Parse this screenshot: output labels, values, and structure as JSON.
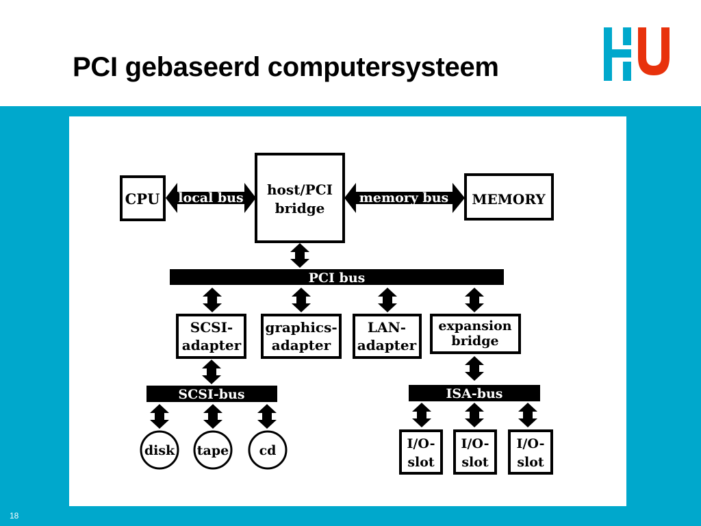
{
  "slide": {
    "title": "PCI gebaseerd computersysteem",
    "page_number": "18"
  },
  "colors": {
    "band": "#00a8cc",
    "logo_blue": "#00a8cc",
    "logo_red": "#e8320c"
  },
  "diagram": {
    "cpu": "CPU",
    "local_bus": "local bus",
    "bridge_line1": "host/PCI",
    "bridge_line2": "bridge",
    "memory_bus": "memory bus",
    "memory": "MEMORY",
    "pci_bus": "PCI bus",
    "scsi_adapter_line1": "SCSI-",
    "scsi_adapter_line2": "adapter",
    "graphics_adapter_line1": "graphics-",
    "graphics_adapter_line2": "adapter",
    "lan_adapter_line1": "LAN-",
    "lan_adapter_line2": "adapter",
    "expansion_bridge_line1": "expansion",
    "expansion_bridge_line2": "bridge",
    "scsi_bus": "SCSI-bus",
    "isa_bus": "ISA-bus",
    "disk": "disk",
    "tape": "tape",
    "cd": "cd",
    "io_slot_line1": "I/O-",
    "io_slot_line2": "slot"
  }
}
